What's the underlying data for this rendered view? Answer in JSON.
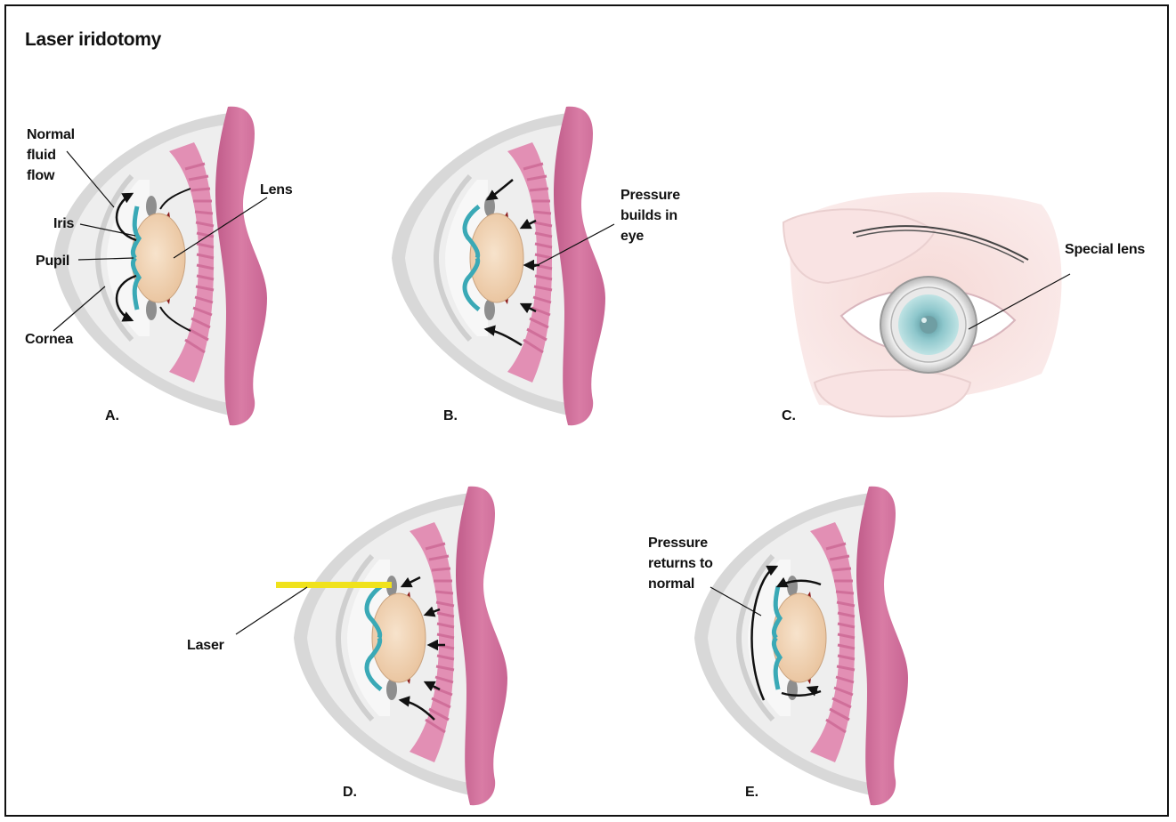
{
  "title": "Laser iridotomy",
  "panels": {
    "a": {
      "letter": "A.",
      "normal_fluid_flow": "Normal\nfluid\nflow",
      "lens": "Lens",
      "iris": "Iris",
      "pupil": "Pupil",
      "cornea": "Cornea"
    },
    "b": {
      "letter": "B.",
      "pressure": "Pressure\nbuilds in\neye"
    },
    "c": {
      "letter": "C.",
      "special_lens": "Special lens"
    },
    "d": {
      "letter": "D.",
      "laser": "Laser"
    },
    "e": {
      "letter": "E.",
      "pressure": "Pressure\nreturns to\nnormal"
    }
  },
  "colors": {
    "retina": "#d7759f",
    "retina_dark": "#c05c8a",
    "sclera": "#dcdcdc",
    "lens": "#f1d6b8",
    "iris": "#3aa9b6",
    "laser": "#f0e21c"
  }
}
